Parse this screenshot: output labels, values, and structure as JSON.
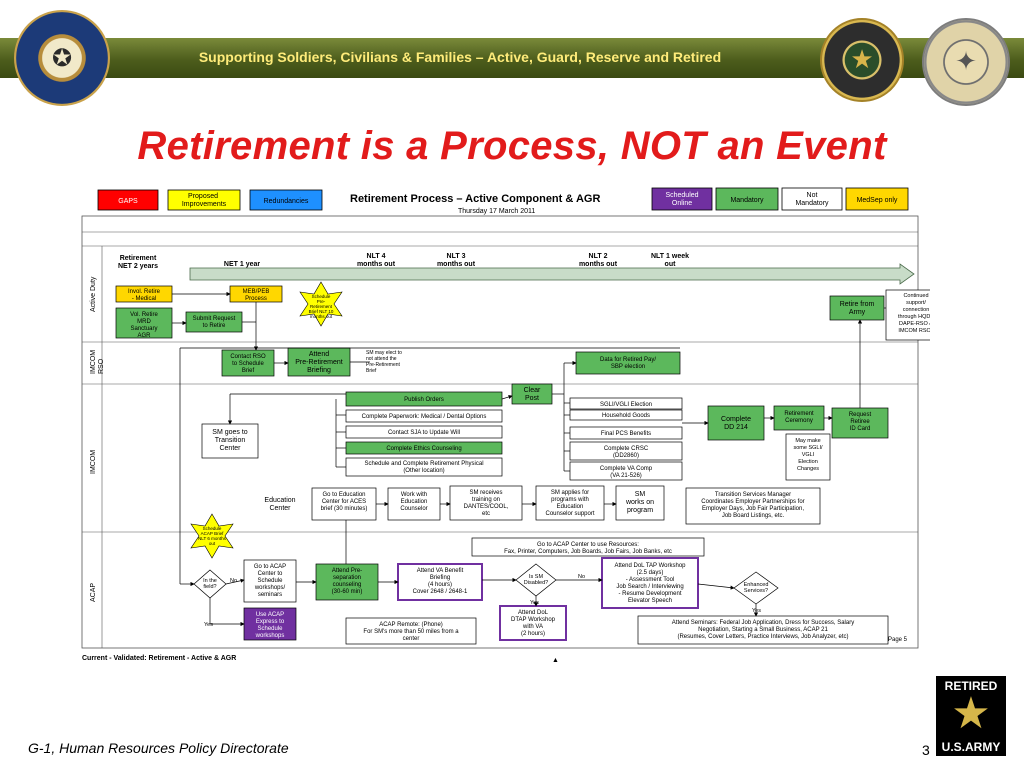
{
  "header": {
    "banner": "Supporting Soldiers, Civilians & Families – Active, Guard, Reserve and Retired",
    "title": "Retirement is a Process, NOT an Event"
  },
  "legend": {
    "gaps": "GAPS",
    "proposed": "Proposed Improvements",
    "redundancies": "Redundancies",
    "heading": "Retirement Process – Active Component & AGR",
    "date": "Thursday 17 March 2011",
    "scheduled_online": "Scheduled Online",
    "mandatory": "Mandatory",
    "not_mandatory": "Not Mandatory",
    "medsep": "MedSep only"
  },
  "colors": {
    "gaps": "#ff0000",
    "proposed": "#ffff00",
    "redundancies": "#1e90ff",
    "scheduled_online": "#7030a0",
    "mandatory": "#5cb85c",
    "medsep": "#ffd700",
    "banner": "#4d5d1c",
    "title": "#e21b1b"
  },
  "lanes": {
    "active_duty": "Active Duty",
    "imcom_rso": "IMCOM RSO",
    "imcom": "IMCOM",
    "acap": "ACAP"
  },
  "timeline": {
    "retirement_net": "Retirement NET 2 years",
    "net1": "NET 1 year",
    "nlt4": "NLT 4 months out",
    "nlt3": "NLT 3 months out",
    "nlt2": "NLT 2 months out",
    "nlt1wk": "NLT 1 week out"
  },
  "nodes": {
    "invol": "Invol. Retire - Medical",
    "mebpeb": "MEB/PEB Process",
    "vol": "Vol. Retire MRD Sanctuary AGR",
    "submit": "Submit Request to Retire",
    "star_pre": "Schedule Pre-Retirement Brief NLT 10 months out",
    "contact_rso": "Contact RSO to Schedule Brief",
    "attend_pre": "Attend Pre-Retirement Briefing",
    "sm_may_elect": "SM may elect to not attend the Pre-Retirement Brief",
    "data_retired": "Data for Retired Pay/ SBP election",
    "retire_army": "Retire from Army",
    "continued": "Continued support/ connection through HQDA DAPE-RSO & IMCOM RSOs",
    "publish": "Publish Orders",
    "paperwork": "Complete Paperwork: Medical / Dental Options",
    "sja": "Contact SJA to Update Will",
    "ethics": "Complete Ethics Counseling",
    "physical": "Schedule and Complete Retirement Physical (Other location)",
    "clear_post": "Clear Post",
    "sgli": "SGLI/VGLI Election",
    "household": "Household Goods",
    "pcs": "Final PCS Benefits",
    "crsc": "Complete CRSC (DD2860)",
    "va_comp": "Complete VA Comp (VA 21-526)",
    "dd214": "Complete DD 214",
    "ceremony": "Retirement Ceremony",
    "id_card": "Request Retiree ID Card",
    "may_make": "May make some SGLI/ VGLI Election Changes",
    "sm_goes": "SM goes to Transition Center",
    "edu_center": "Education Center",
    "go_edu": "Go to Education Center for ACES brief (30 minutes)",
    "work_edu": "Work with Education Counselor",
    "sm_receives": "SM receives training on DANTES/COOL, etc",
    "sm_applies": "SM applies for programs with Education Counselor support",
    "sm_works": "SM works on program",
    "tsm": "Transition Services Manager Coordinates Employer Partnerships for Employer Days, Job Fair Participation, Job Board Listings, etc.",
    "star_acap": "Schedule ACAP Brief NLT 6 months out",
    "in_field": "In the field?",
    "no": "No",
    "yes": "Yes",
    "go_acap": "Go to ACAP Center to Schedule workshops/ seminars",
    "use_acap": "Use ACAP Express to Schedule workshops",
    "attend_presep": "Attend Pre-separation counseling (30-60 min)",
    "va_benefit": "Attend VA Benefit Briefing (4 hours) Cover 2648 / 2648-1",
    "disabled": "Is SM Disabled?",
    "dol_tap": "Attend DoL TAP Workshop (2.5 days) - Assessment Tool Job Search / Interviewing - Resume Development Elevator Speech",
    "dtap": "Attend DoL DTAP Workshop with VA (2 hours)",
    "enhanced": "Enhanced Services?",
    "resources": "Go to ACAP Center to use Resources: Fax, Printer, Computers, Job Boards, Job Fairs, Job Banks, etc",
    "remote": "ACAP Remote: (Phone) For SM's more than 50 miles from a center",
    "seminars": "Attend Seminars: Federal Job Application, Dress for Success, Salary Negotiation, Starting a Small Business, ACAP 21 (Resumes, Cover Letters, Practice Interviews, Job Analyzer, etc)",
    "page5": "Page 5",
    "caption": "Current - Validated: Retirement - Active & AGR"
  },
  "footer": {
    "left": "G-1, Human Resources Policy Directorate",
    "page": "3",
    "logo_top": "RETIRED",
    "logo_bottom": "U.S.ARMY"
  }
}
